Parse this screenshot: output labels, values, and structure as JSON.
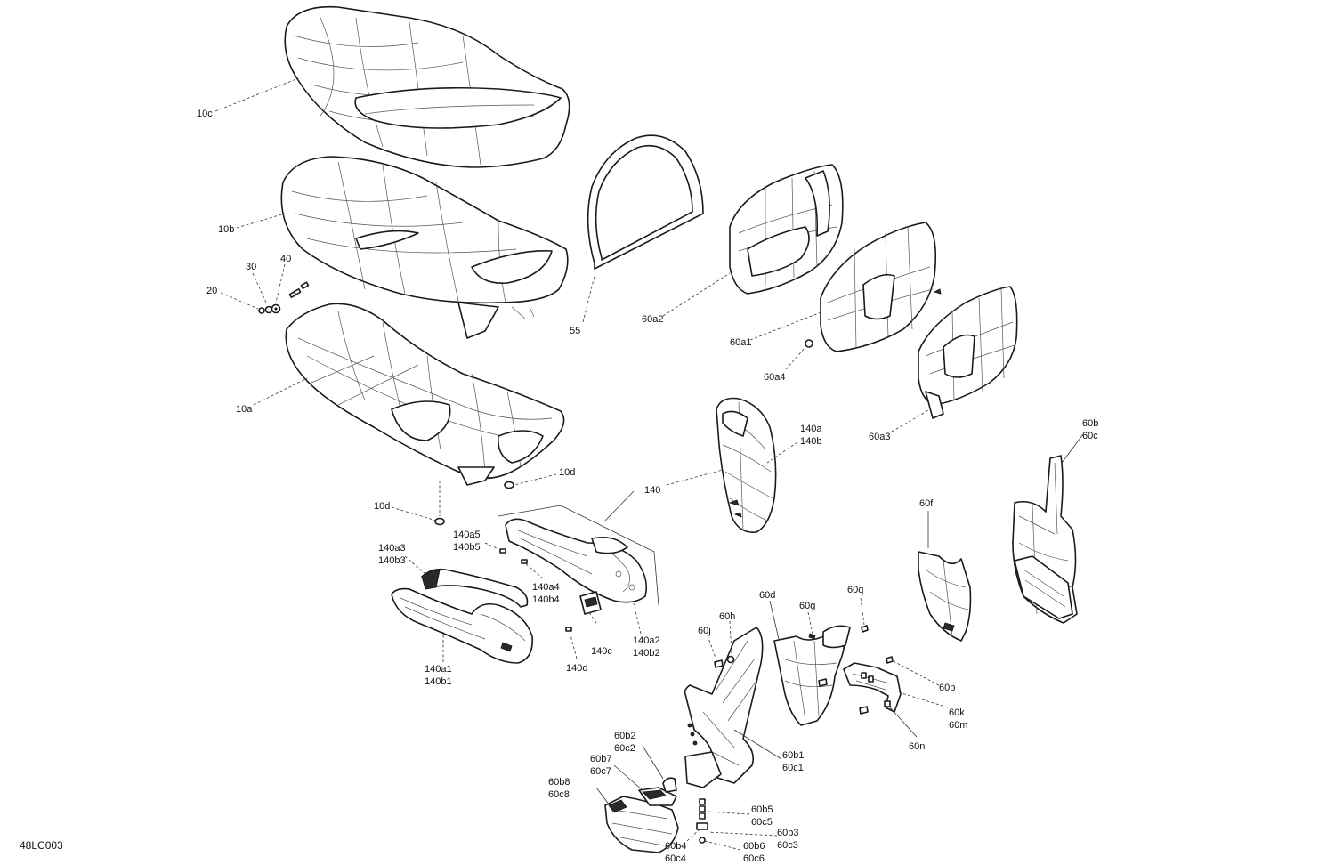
{
  "diagram_code": "48LC003",
  "callouts": {
    "c10c": "10c",
    "c10b": "10b",
    "c30": "30",
    "c40": "40",
    "c20": "20",
    "c10a": "10a",
    "c10d_1": "10d",
    "c10d_2": "10d",
    "c55": "55",
    "c60a2": "60a2",
    "c60a1": "60a1",
    "c60a4": "60a4",
    "c60a3": "60a3",
    "c140a": "140a",
    "c140b": "140b",
    "c140": "140",
    "c140a5": "140a5",
    "c140b5": "140b5",
    "c140a3": "140a3",
    "c140b3": "140b3",
    "c140a4": "140a4",
    "c140b4": "140b4",
    "c140c": "140c",
    "c140d": "140d",
    "c140a2": "140a2",
    "c140b2": "140b2",
    "c140a1": "140a1",
    "c140b1": "140b1",
    "c60b": "60b",
    "c60c": "60c",
    "c60f": "60f",
    "c60d": "60d",
    "c60q": "60q",
    "c60g": "60g",
    "c60h": "60h",
    "c60j": "60j",
    "c60p": "60p",
    "c60k": "60k",
    "c60m": "60m",
    "c60n": "60n",
    "c60b1": "60b1",
    "c60c1": "60c1",
    "c60b2": "60b2",
    "c60c2": "60c2",
    "c60b7": "60b7",
    "c60c7": "60c7",
    "c60b8": "60b8",
    "c60c8": "60c8",
    "c60b5": "60b5",
    "c60c5": "60c5",
    "c60b3": "60b3",
    "c60c3": "60c3",
    "c60b4": "60b4",
    "c60c4": "60c4",
    "c60b6": "60b6",
    "c60c6": "60c6"
  }
}
